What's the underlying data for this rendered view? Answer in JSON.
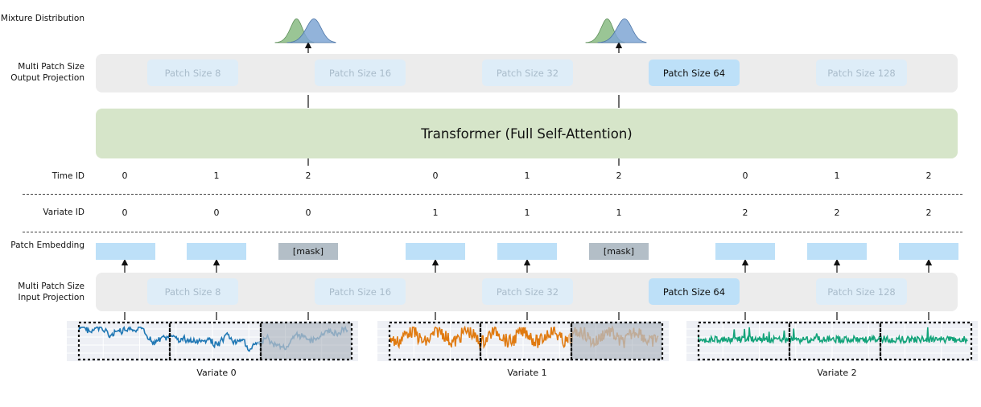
{
  "row_labels": {
    "mixture": "Mixture Distribution",
    "output_proj": "Multi Patch Size Output Projection",
    "time_id": "Time ID",
    "variate_id": "Variate ID",
    "patch_emb": "Patch Embedding",
    "input_proj": "Multi Patch Size Input Projection"
  },
  "patch_sizes": [
    {
      "label": "Patch Size 8",
      "active": false
    },
    {
      "label": "Patch Size 16",
      "active": false
    },
    {
      "label": "Patch Size 32",
      "active": false
    },
    {
      "label": "Patch Size 64",
      "active": true
    },
    {
      "label": "Patch Size 128",
      "active": false
    }
  ],
  "transformer": "Transformer (Full Self-Attention)",
  "time_ids": [
    "0",
    "1",
    "2",
    "0",
    "1",
    "2",
    "0",
    "1",
    "2"
  ],
  "variate_ids": [
    "0",
    "0",
    "0",
    "1",
    "1",
    "1",
    "2",
    "2",
    "2"
  ],
  "mask_label": "[mask]",
  "tokens": [
    {
      "mask": false
    },
    {
      "mask": false
    },
    {
      "mask": true
    },
    {
      "mask": false
    },
    {
      "mask": false
    },
    {
      "mask": true
    },
    {
      "mask": false
    },
    {
      "mask": false
    },
    {
      "mask": false
    }
  ],
  "variates": [
    {
      "label": "Variate 0",
      "color": "#1f77b4"
    },
    {
      "label": "Variate 1",
      "color": "#e07a10"
    },
    {
      "label": "Variate 2",
      "color": "#13a37a"
    }
  ],
  "colors": {
    "panel": "#ececec",
    "transformer": "#d6e5c9",
    "patch_active": "#bde0f8",
    "patch_inactive": "#deedf8",
    "mask": "#b3bec7",
    "dist_green": "#8fbf8a",
    "dist_blue": "#7fa6d3"
  }
}
